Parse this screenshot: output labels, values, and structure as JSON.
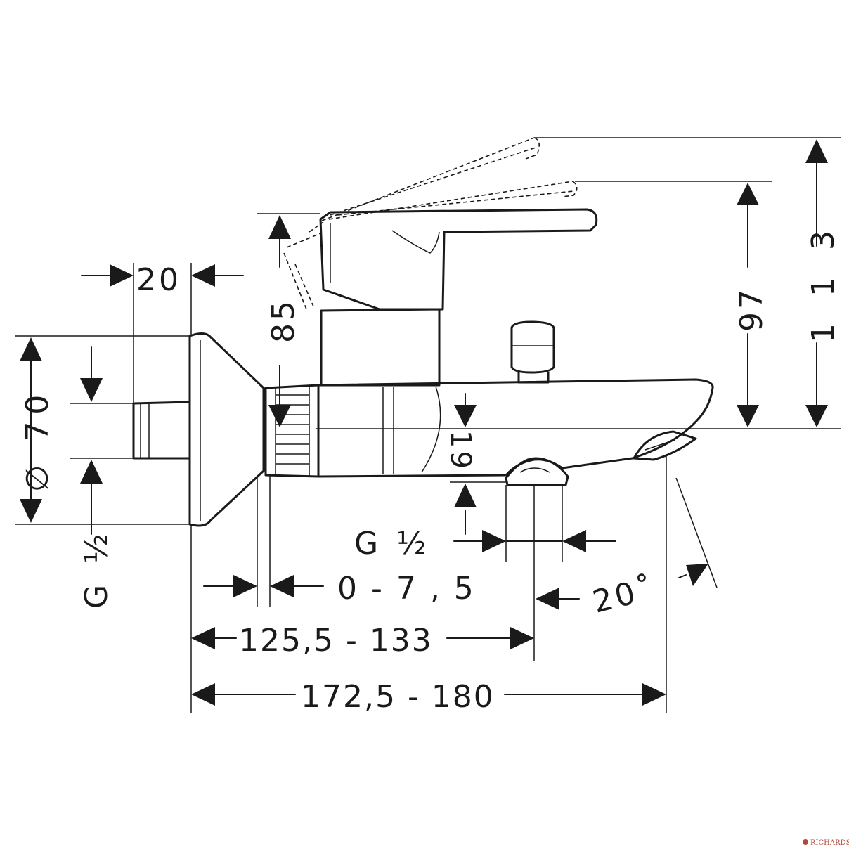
{
  "dimensions": {
    "d20": "20",
    "d85": "85",
    "d97": "97",
    "d113": "1 1 3",
    "dia70": "∅ 70",
    "d19": "19",
    "g_half_left": "G  ½",
    "g_half_right": "G  ½",
    "range_0_75": "0  -  7 , 5",
    "angle20": "20˚",
    "range_1255_133": "125,5 - 133",
    "range_1725_180": "172,5 - 180"
  },
  "watermark": {
    "logo": "RICHARDSON",
    "color": "#b4483a"
  }
}
